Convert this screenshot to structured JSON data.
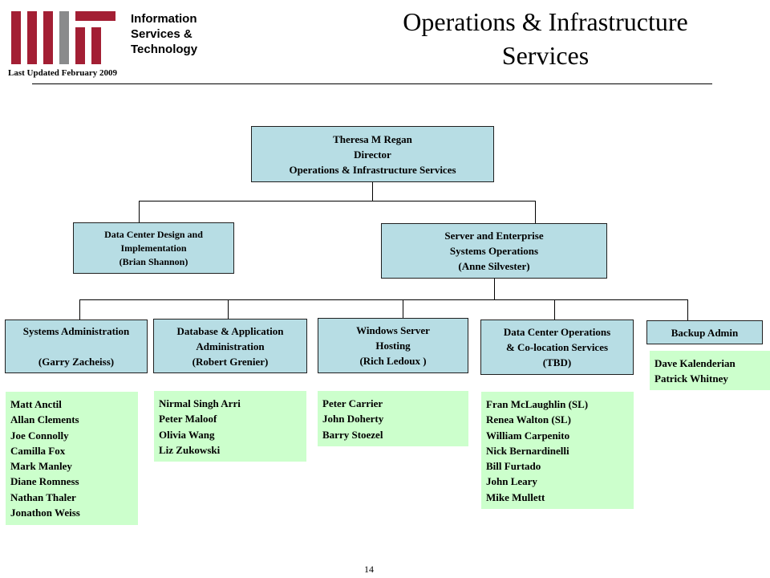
{
  "header": {
    "org_name_lines": [
      "Information",
      "Services &",
      "Technology"
    ],
    "last_updated": "Last Updated  February 2009",
    "title_lines": [
      "Operations  & Infrastructure",
      "Services"
    ]
  },
  "colors": {
    "logo_red": "#a31f34",
    "logo_gray": "#8a8b8c",
    "unit_box": "#b7dde4",
    "names_box": "#ccffcc"
  },
  "director": {
    "lines": [
      "Theresa M Regan",
      "Director",
      "Operations & Infrastructure Services"
    ]
  },
  "level2": [
    {
      "lines": [
        "Data Center Design and",
        "Implementation",
        "(Brian Shannon)"
      ]
    },
    {
      "lines": [
        "Server and Enterprise",
        "Systems  Operations",
        "(Anne Silvester)"
      ]
    }
  ],
  "teams": [
    {
      "lines": [
        "Systems Administration",
        "",
        "(Garry Zacheiss)"
      ],
      "members": [
        "Matt Anctil",
        "Allan Clements",
        "Joe Connolly",
        "Camilla Fox",
        "Mark Manley",
        "Diane Romness",
        "Nathan Thaler",
        "Jonathon Weiss"
      ]
    },
    {
      "lines": [
        "Database  & Application",
        "Administration",
        "(Robert Grenier)"
      ],
      "members": [
        "Nirmal Singh Arri",
        "Peter Maloof",
        "Olivia  Wang",
        "Liz Zukowski"
      ]
    },
    {
      "lines": [
        "Windows Server",
        "Hosting",
        "(Rich Ledoux )"
      ],
      "members": [
        "Peter Carrier",
        "John Doherty",
        "Barry Stoezel"
      ]
    },
    {
      "lines": [
        "Data Center Operations",
        "& Co-location Services",
        "(TBD)"
      ],
      "members": [
        "Fran McLaughlin (SL)",
        "Renea Walton (SL)",
        "William  Carpenito",
        "Nick Bernardinelli",
        "Bill Furtado",
        "John Leary",
        "Mike Mullett"
      ]
    },
    {
      "lines": [
        "Backup Admin"
      ],
      "members": [
        "Dave Kalenderian",
        "Patrick Whitney"
      ]
    }
  ],
  "footer": {
    "page_number": "14"
  }
}
